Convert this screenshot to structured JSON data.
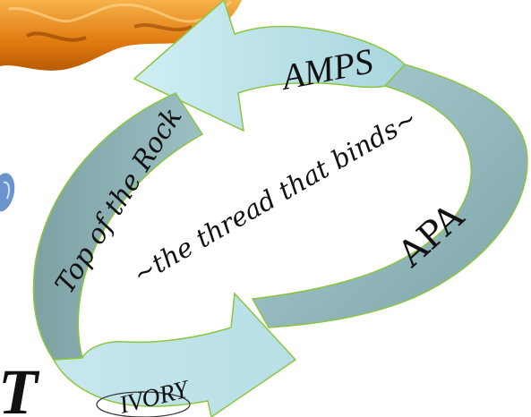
{
  "diagram": {
    "center_text": "~the thread that binds~",
    "labels": {
      "top": "AMPS",
      "right": "APA",
      "left": "Top of the Rock",
      "bottom": "IVORY"
    },
    "corner_letter": "T"
  },
  "colors": {
    "band_light": "#bfe3ea",
    "band_mid": "#9fc6cc",
    "band_dark": "#7fa6a9",
    "band_outline": "#8cc63f",
    "banner_orange": "#e07a10",
    "banner_orange_light": "#f4a93a",
    "blue_glint": "#5b88c9"
  }
}
